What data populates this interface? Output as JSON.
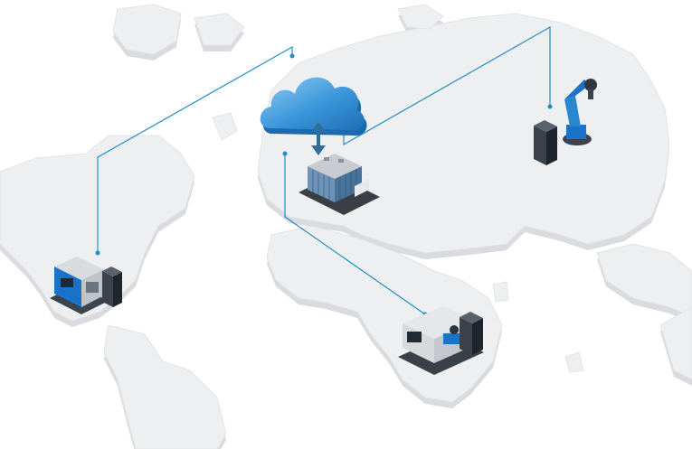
{
  "colors": {
    "background": "#ffffff",
    "land_top": "#eeeff1",
    "land_side": "#dadce0",
    "connector": "#1f8fc8",
    "cloud": "#2a87cf",
    "cloud_light": "#7cc0ee",
    "arrow": "#2f6f9c",
    "building_glass": "#5b84ad",
    "machine_dark": "#2e3640",
    "machine_light": "#c9cdd2",
    "accent_blue": "#1a73c9"
  },
  "nodes": [
    {
      "id": "cloud",
      "icon": "cloud-icon"
    },
    {
      "id": "hq",
      "icon": "office-building-icon"
    },
    {
      "id": "americas",
      "icon": "cnc-machine-icon",
      "server": "server-tower-icon"
    },
    {
      "id": "africa",
      "icon": "lathe-machine-icon",
      "server": "server-tower-icon"
    },
    {
      "id": "asia",
      "icon": "robot-arm-icon",
      "server": "server-tower-icon"
    }
  ],
  "connections": [
    {
      "from": "cloud",
      "to": "americas"
    },
    {
      "from": "cloud",
      "to": "hq"
    },
    {
      "from": "hq",
      "to": "asia"
    },
    {
      "from": "hq",
      "to": "africa"
    }
  ]
}
